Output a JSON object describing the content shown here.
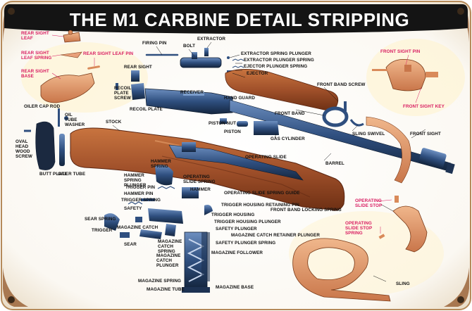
{
  "title": "THE M1 CARBINE DETAIL STRIPPING",
  "colors": {
    "banner": "#141414",
    "wood": "#a0502a",
    "steel": "#2f4f7f",
    "leather": "#d98a5a",
    "label_red": "#d81b60",
    "rust": "#8a4a1a"
  },
  "labels": {
    "rear_sight_leaf": "REAR SIGHT LEAF",
    "rear_sight_leaf_spring": "REAR SIGHT LEAF SPRING",
    "rear_sight_base": "REAR SIGHT BASE",
    "rear_sight_leaf_pin": "REAR SIGHT LEAF PIN",
    "firing_pin": "FIRING PIN",
    "bolt": "BOLT",
    "extractor": "EXTRACTOR",
    "extractor_spring_plunger": "EXTRACTOR SPRING PLUNGER",
    "extractor_plunger_spring": "EXTRACTOR PLUNGER SPRING",
    "ejector_plunger_spring": "EJECTOR PLUNGER SPRING",
    "ejector": "EJECTOR",
    "rear_sight": "REAR SIGHT",
    "recoil_plate_screw": "RECOIL PLATE SCREW",
    "receiver": "RECEIVER",
    "recoil_plate": "RECOIL PLATE",
    "hand_guard": "HAND GUARD",
    "front_band_screw": "FRONT BAND SCREW",
    "front_sight_pin": "FRONT SIGHT PIN",
    "front_sight_key": "FRONT SIGHT KEY",
    "front_sight": "FRONT SIGHT",
    "front_band": "FRONT BAND",
    "sling_swivel": "SLING SWIVEL",
    "oiler_cap_rod": "OILER CAP ROD",
    "oil_tube_washer": "OIL TUBE WASHER",
    "stock": "STOCK",
    "piston_nut": "PISTON NUT",
    "piston": "PISTON",
    "gas_cylinder": "GAS CYLINDER",
    "barrel": "BARREL",
    "oval_head_wood_screw": "OVAL HEAD WOOD SCREW",
    "butt_plate": "BUTT PLATE",
    "oiler_tube": "OILER TUBE",
    "operating_slide": "OPERATING SLIDE",
    "hammer_spring": "HAMMER SPRING",
    "hammer_spring_plunger": "HAMMER SPRING PLUNGER",
    "operating_slide_spring": "OPERATING SLIDE SPRING",
    "trigger_pin": "TRIGGER PIN",
    "hammer_pin": "HAMMER PIN",
    "hammer": "HAMMER",
    "trigger_spring": "TRIGGER SPRING",
    "operating_slide_spring_guide": "OPERATING SLIDE SPRING GUIDE",
    "safety": "SAFETY",
    "trigger_housing_retaining_pin": "TRIGGER HOUSING RETAINING PIN",
    "front_band_locking_spring": "FRONT BAND LOCKING SPRING",
    "operating_slide_stop": "OPERATING SLIDE STOP",
    "operating_slide_stop_spring": "OPERATING SLIDE STOP SPRING",
    "sear_spring": "SEAR SPRING",
    "trigger": "TRIGGER",
    "magazine_catch": "MAGAZINE CATCH",
    "sear": "SEAR",
    "magazine_catch_spring": "MAGAZINE CATCH SPRING",
    "magazine_catch_plunger": "MAGAZINE CATCH PLUNGER",
    "trigger_housing": "TRIGGER HOUSING",
    "trigger_housing_plunger": "TRIGGER HOUSING PLUNGER",
    "safety_plunger": "SAFETY PLUNGER",
    "magazine_catch_retainer_plunger": "MAGAZINE CATCH RETAINER PLUNGER",
    "safety_plunger_spring": "SAFETY PLUNGER SPRING",
    "magazine_follower": "MAGAZINE FOLLOWER",
    "magazine_spring": "MAGAZINE SPRING",
    "magazine_tube": "MAGAZINE TUBE",
    "magazine_base": "MAGAZINE BASE",
    "sling": "SLING"
  }
}
